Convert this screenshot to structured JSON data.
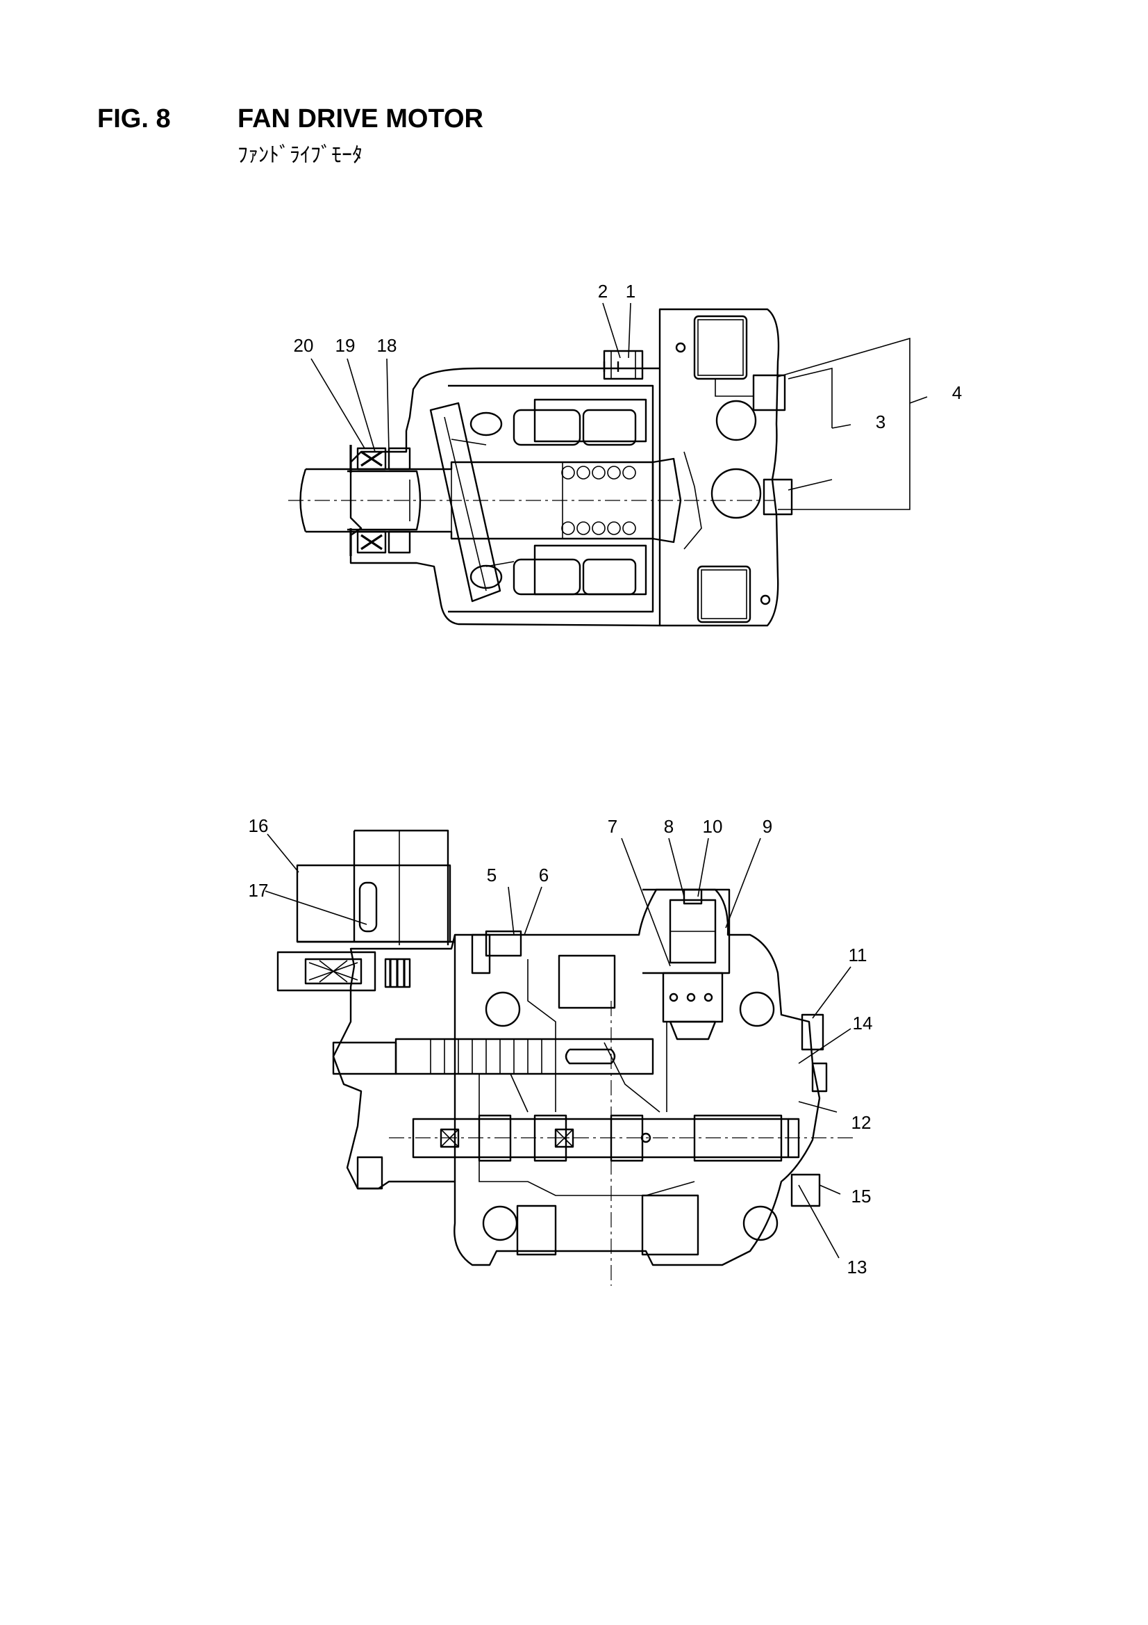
{
  "header": {
    "figure_number": "FIG. 8",
    "title": "FAN DRIVE MOTOR",
    "subtitle": "ﾌｧﾝﾄﾞﾗｲﾌﾞﾓｰﾀ"
  },
  "callouts": {
    "c1": "1",
    "c2": "2",
    "c3": "3",
    "c4": "4",
    "c5": "5",
    "c6": "6",
    "c7": "7",
    "c8": "8",
    "c9": "9",
    "c10": "10",
    "c11": "11",
    "c12": "12",
    "c13": "13",
    "c14": "14",
    "c15": "15",
    "c16": "16",
    "c17": "17",
    "c18": "18",
    "c19": "19",
    "c20": "20"
  }
}
